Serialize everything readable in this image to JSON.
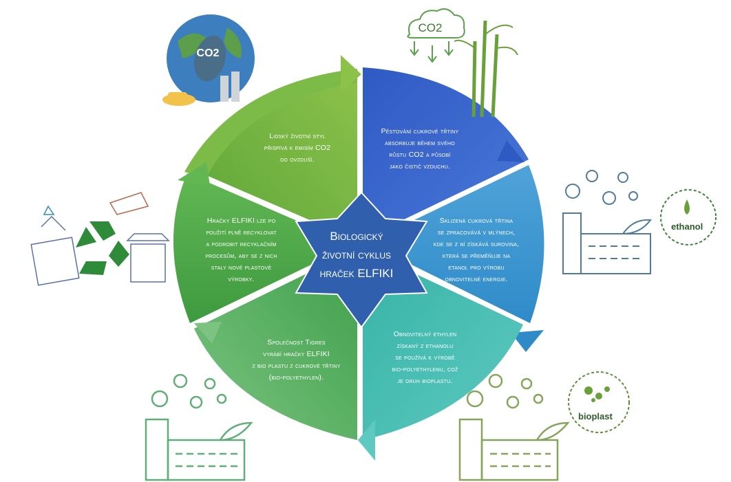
{
  "center": {
    "lines": [
      "Biologický",
      "životní cyklus",
      "hraček ELFIKI"
    ]
  },
  "segments": [
    {
      "id": "lifestyle",
      "lines": [
        "Lidský životní styl",
        "přispívá k emisím CO2",
        "do ovzduší."
      ]
    },
    {
      "id": "cultivation",
      "lines": [
        "Pěstování cukrové třtiny",
        "absorbuje během svého",
        "růstu CO2 a působí",
        "jako čistič vzduchu."
      ]
    },
    {
      "id": "processing",
      "lines": [
        "Sklizená cukrová třtina",
        "se zpracovává v mlýnech,",
        "kde se z ní získává surovina,",
        "která se přeměňuje na",
        "etanol pro výrobu",
        "obnovitelné energie."
      ]
    },
    {
      "id": "ethylene",
      "lines": [
        "Obnovitelný ethylen",
        "získaný z ethanolu",
        "se používá k výrobě",
        "bio-polyethylenu, což",
        "je druh bioplastu."
      ]
    },
    {
      "id": "production",
      "lines": [
        "Společnost Tigres",
        "vyrábí hračky ELFIKI",
        "z bio plastu z cukrové třtiny",
        "(bio-polyethylen)."
      ]
    },
    {
      "id": "recycling",
      "lines": [
        "Hračky ELFIKI lze po",
        "použití plně recyklovat",
        "a podrobit recyklačním",
        "procesům, aby se z nich",
        "staly nové plastové",
        "výrobky."
      ]
    }
  ],
  "icons": {
    "co2_cloud": "CO2",
    "footprint_globe": "CO2",
    "ethanol": "ethanol",
    "bioplast": "bioplast"
  },
  "colors": {
    "lifestyle": "#6fae3e",
    "cultivation": "#3d63c9",
    "processing": "#3f98cf",
    "ethylene": "#3cb8aa",
    "production": "#57b054",
    "recycling": "#48a84a",
    "center": "#2f5fad"
  }
}
